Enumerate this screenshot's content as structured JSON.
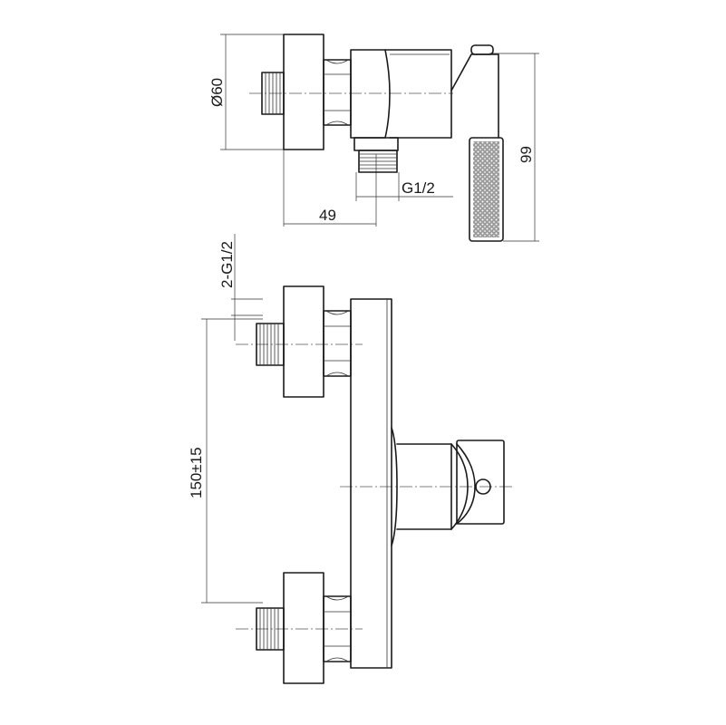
{
  "dimensions": {
    "diameter": "Ø60",
    "height": "99",
    "thread": "G1/2",
    "depth": "49",
    "inlet_thread": "2-G1/2",
    "center_distance": "150±15"
  },
  "colors": {
    "line": "#1a1a1a",
    "background": "#ffffff"
  }
}
